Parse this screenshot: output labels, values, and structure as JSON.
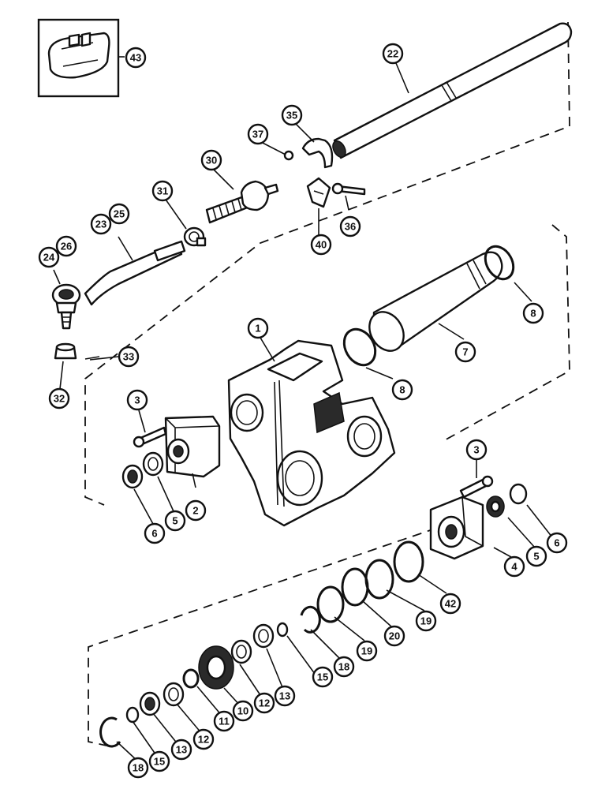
{
  "callouts": [
    "43",
    "22",
    "35",
    "37",
    "30",
    "31",
    "23",
    "25",
    "24",
    "26",
    "36",
    "40",
    "33",
    "32",
    "1",
    "7",
    "8",
    "8",
    "3",
    "2",
    "6",
    "5",
    "3",
    "4",
    "5",
    "6",
    "42",
    "19",
    "20",
    "19",
    "18",
    "15",
    "13",
    "12",
    "10",
    "11",
    "12",
    "13",
    "15",
    "18"
  ],
  "colors": {
    "ink": "#111111",
    "paper": "#ffffff"
  }
}
